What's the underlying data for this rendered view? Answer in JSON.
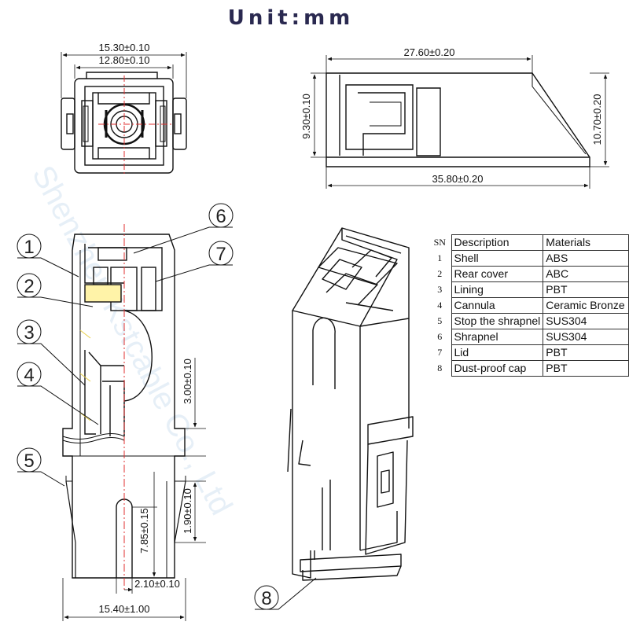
{
  "title": "Unit:mm",
  "watermark": "Shenzhen Kstcable Co., Ltd",
  "dimensions": {
    "front_outer_width": "15.30±0.10",
    "front_inner_width": "12.80±0.10",
    "side_top_length": "27.60±0.20",
    "side_bottom_length": "35.80±0.20",
    "side_left_height": "9.30±0.10",
    "side_right_height": "10.70±0.20",
    "section_right_upper": "3.00±0.10",
    "section_right_lower": "1.90±0.10",
    "section_inner_height": "7.85±0.15",
    "section_bottom_small": "2.10±0.10",
    "section_bottom_width": "15.40±1.00"
  },
  "callouts": [
    "1",
    "2",
    "3",
    "4",
    "5",
    "6",
    "7",
    "8"
  ],
  "table": {
    "headers": [
      "SN",
      "Description",
      "Materials"
    ],
    "rows": [
      [
        "1",
        "Shell",
        "ABS"
      ],
      [
        "2",
        "Rear cover",
        "ABC"
      ],
      [
        "3",
        "Lining",
        "PBT"
      ],
      [
        "4",
        "Cannula",
        "Ceramic Bronze"
      ],
      [
        "5",
        "Stop the shrapnel",
        "SUS304"
      ],
      [
        "6",
        "Shrapnel",
        "SUS304"
      ],
      [
        "7",
        "Lid",
        "PBT"
      ],
      [
        "8",
        "Dust-proof cap",
        "PBT"
      ]
    ]
  }
}
